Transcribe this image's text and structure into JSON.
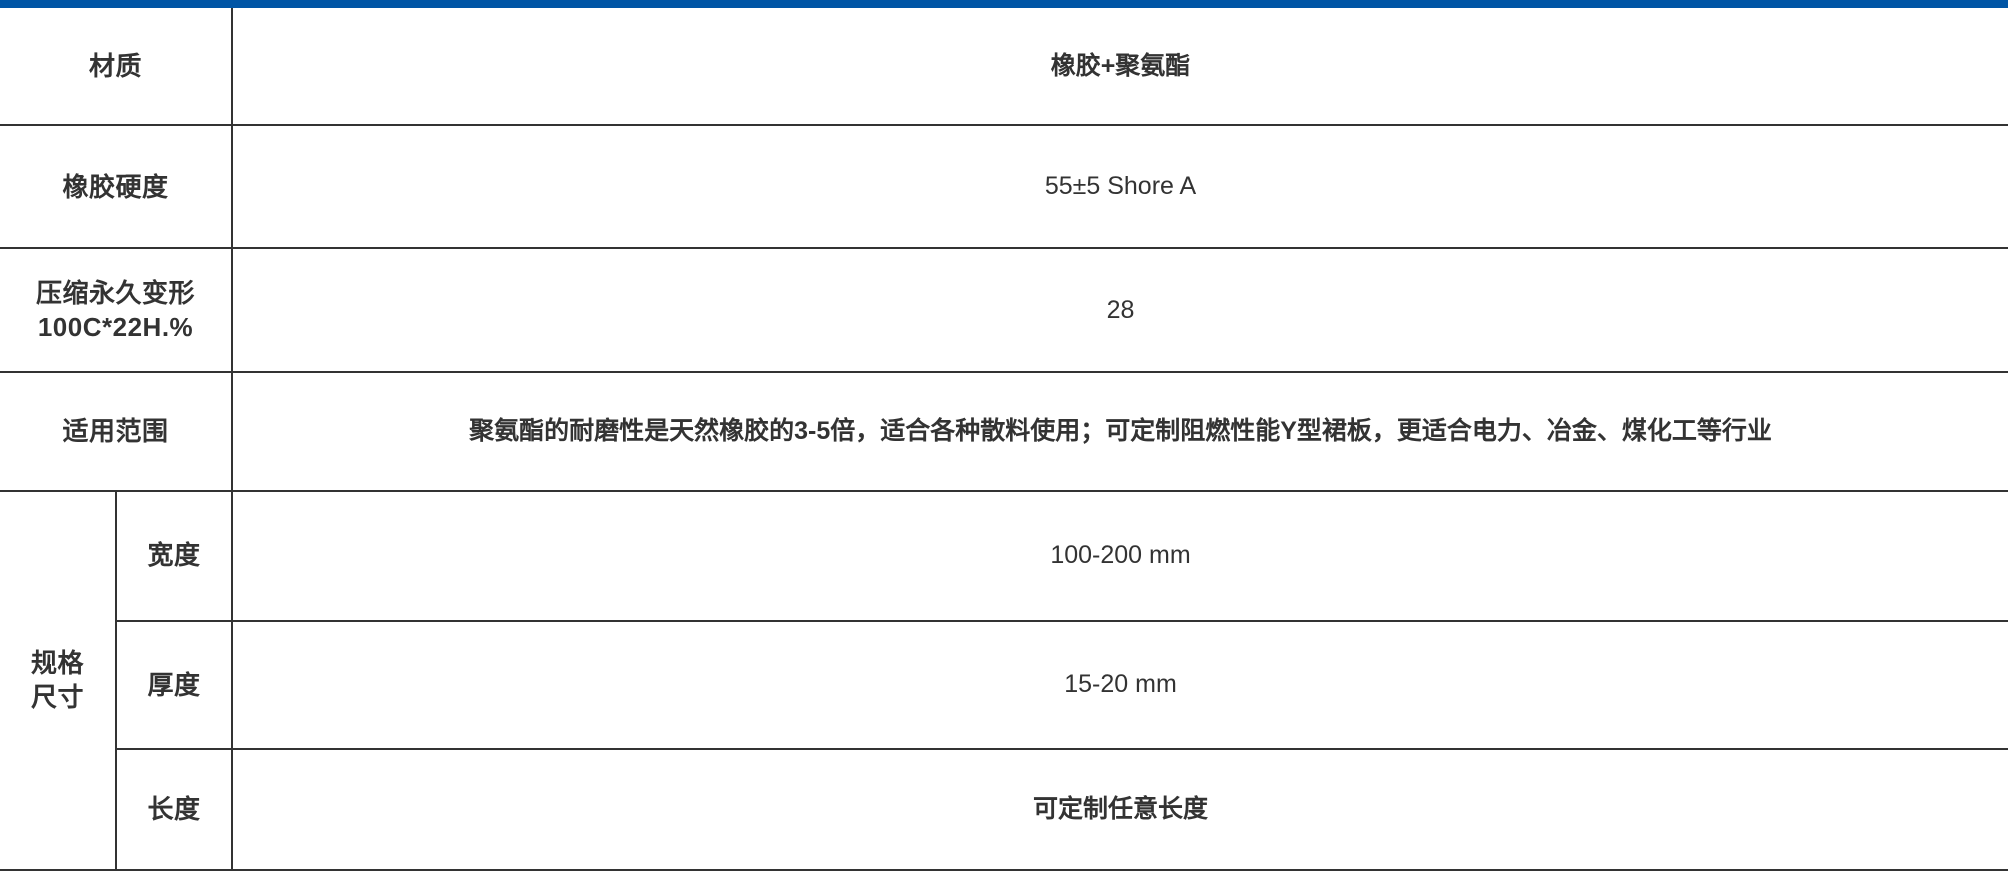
{
  "accent": {
    "color": "#0055A5",
    "name": "top-accent-bar"
  },
  "table": {
    "border_color": "#333333",
    "rows": [
      {
        "label": "材质",
        "value": "橡胶+聚氨酯",
        "value_weight": "bold"
      },
      {
        "label": "橡胶硬度",
        "value": "55±5 Shore A",
        "value_weight": "normal"
      },
      {
        "label": "压缩永久变形\n100C*22H.%",
        "value": "28",
        "value_weight": "normal"
      },
      {
        "label": "适用范围",
        "value": "聚氨酯的耐磨性是天然橡胶的3-5倍，适合各种散料使用；可定制阻燃性能Y型裙板，更适合电力、冶金、煤化工等行业",
        "value_weight": "bold"
      }
    ],
    "spec_group": {
      "label": "规格\n尺寸",
      "rows": [
        {
          "sublabel": "宽度",
          "value": "100-200 mm"
        },
        {
          "sublabel": "厚度",
          "value": "15-20 mm"
        },
        {
          "sublabel": "长度",
          "value": "可定制任意长度"
        }
      ]
    }
  }
}
